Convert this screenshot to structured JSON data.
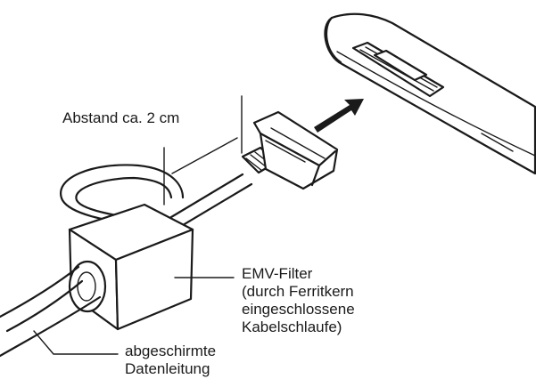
{
  "labels": {
    "distance": "Abstand ca. 2 cm",
    "filter": [
      "EMV-Filter",
      "(durch Ferritkern",
      "eingeschlossene",
      "Kabelschlaufe)"
    ],
    "cable": [
      "abgeschirmte",
      "Datenleitung"
    ]
  },
  "colors": {
    "ink": "#1a1a1a",
    "background": "#ffffff"
  }
}
